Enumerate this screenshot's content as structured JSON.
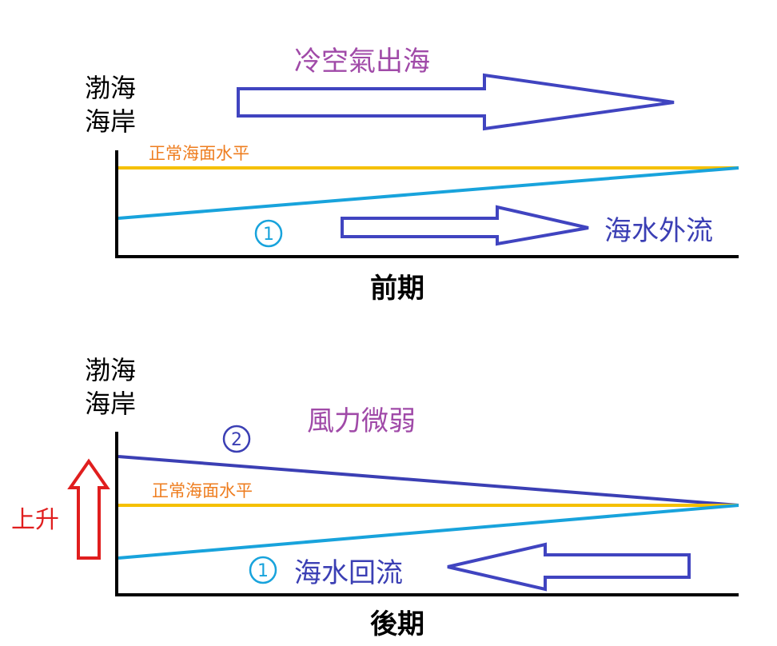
{
  "panels": [
    {
      "stage_label": "前期",
      "axis_label_line1": "渤海",
      "axis_label_line2": "海岸",
      "wind_label": "冷空氣出海",
      "normal_level_label": "正常海面水平",
      "marker_1": "①",
      "flow_label": "海水外流"
    },
    {
      "stage_label": "後期",
      "axis_label_line1": "渤海",
      "axis_label_line2": "海岸",
      "wind_label": "風力微弱",
      "normal_level_label": "正常海面水平",
      "marker_1": "①",
      "marker_2": "②",
      "flow_label": "海水回流",
      "rise_label": "上升"
    }
  ],
  "colors": {
    "axis": "#000000",
    "normal_level_line": "#f5c000",
    "normal_level_text": "#ee7d1f",
    "sea_level_1": "#18a3dc",
    "sea_level_2": "#3b3fb4",
    "arrow": "#4044c0",
    "wind_text": "#a04aa8",
    "flow_text": "#3b3fb4",
    "rise_arrow": "#e01e1e"
  }
}
